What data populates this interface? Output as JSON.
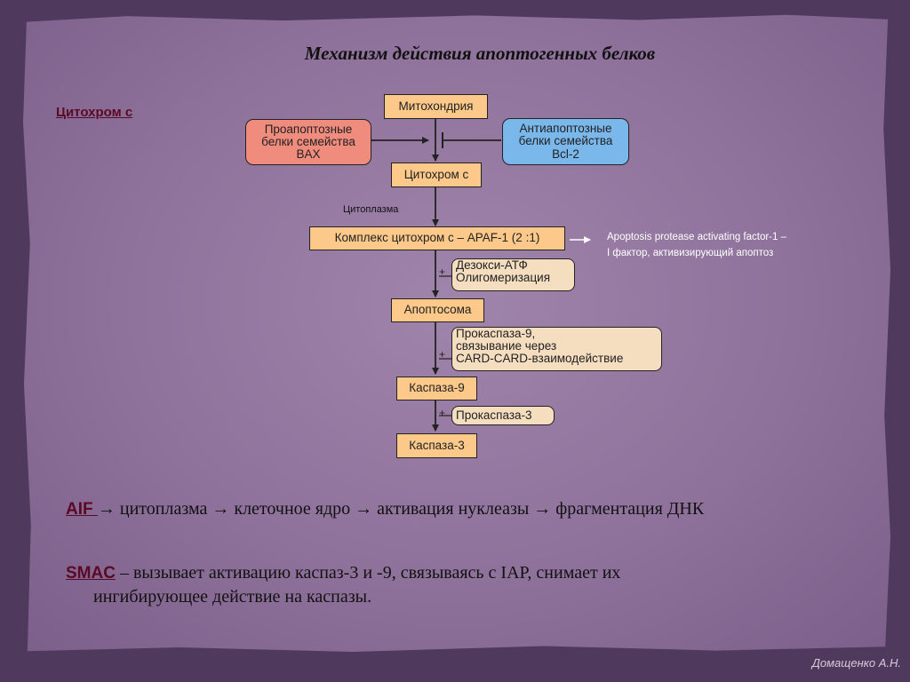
{
  "title": "Механизм действия апоптогенных белков",
  "label_cytochrome": "Цитохром с",
  "diagram": {
    "mitochondria": "Митохондрия",
    "proapoptotic": [
      "Проапоптозные",
      "белки семейства",
      "BAX"
    ],
    "antiapoptotic": [
      "Антиапоптозные",
      "белки семейства",
      "Bcl-2"
    ],
    "cytochrome_c": "Цитохром с",
    "cytoplasm": "Цитоплазма",
    "complex": "Комплекс цитохром с – APAF-1 (2 :1)",
    "deoxy_atp": [
      "Дезокси-АТФ",
      "Олигомеризация"
    ],
    "apoptosome": "Апоптосома",
    "procaspase9": [
      "Прокаспаза-9,",
      "связывание через",
      "CARD-CARD-взаимодействие"
    ],
    "caspase9": "Каспаза-9",
    "procaspase3": "Прокаспаза-3",
    "caspase3": "Каспаза-3",
    "plus_sign": "+"
  },
  "note": [
    "Apoptosis  protease activating factor-1 –",
    "I фактор, активизирующий апоптоз"
  ],
  "aif": {
    "term": "AIF ",
    "text": "→ цитоплазма → клеточное ядро → активация нуклеазы  → фрагментация ДНК"
  },
  "smac": {
    "term": "SMAC",
    "text_line1": " – вызывает активацию каспаз-3 и -9, связываясь с IAP, снимает их",
    "text_line2": "ингибирующее действие на каспазы."
  },
  "author": "Домащенко А.Н.",
  "colors": {
    "orange_box": "#fcc98a",
    "red_box": "#f08c7d",
    "blue_box": "#7ab7ea",
    "cream_box": "#f5ddc0",
    "term_color": "#5a0a24"
  }
}
